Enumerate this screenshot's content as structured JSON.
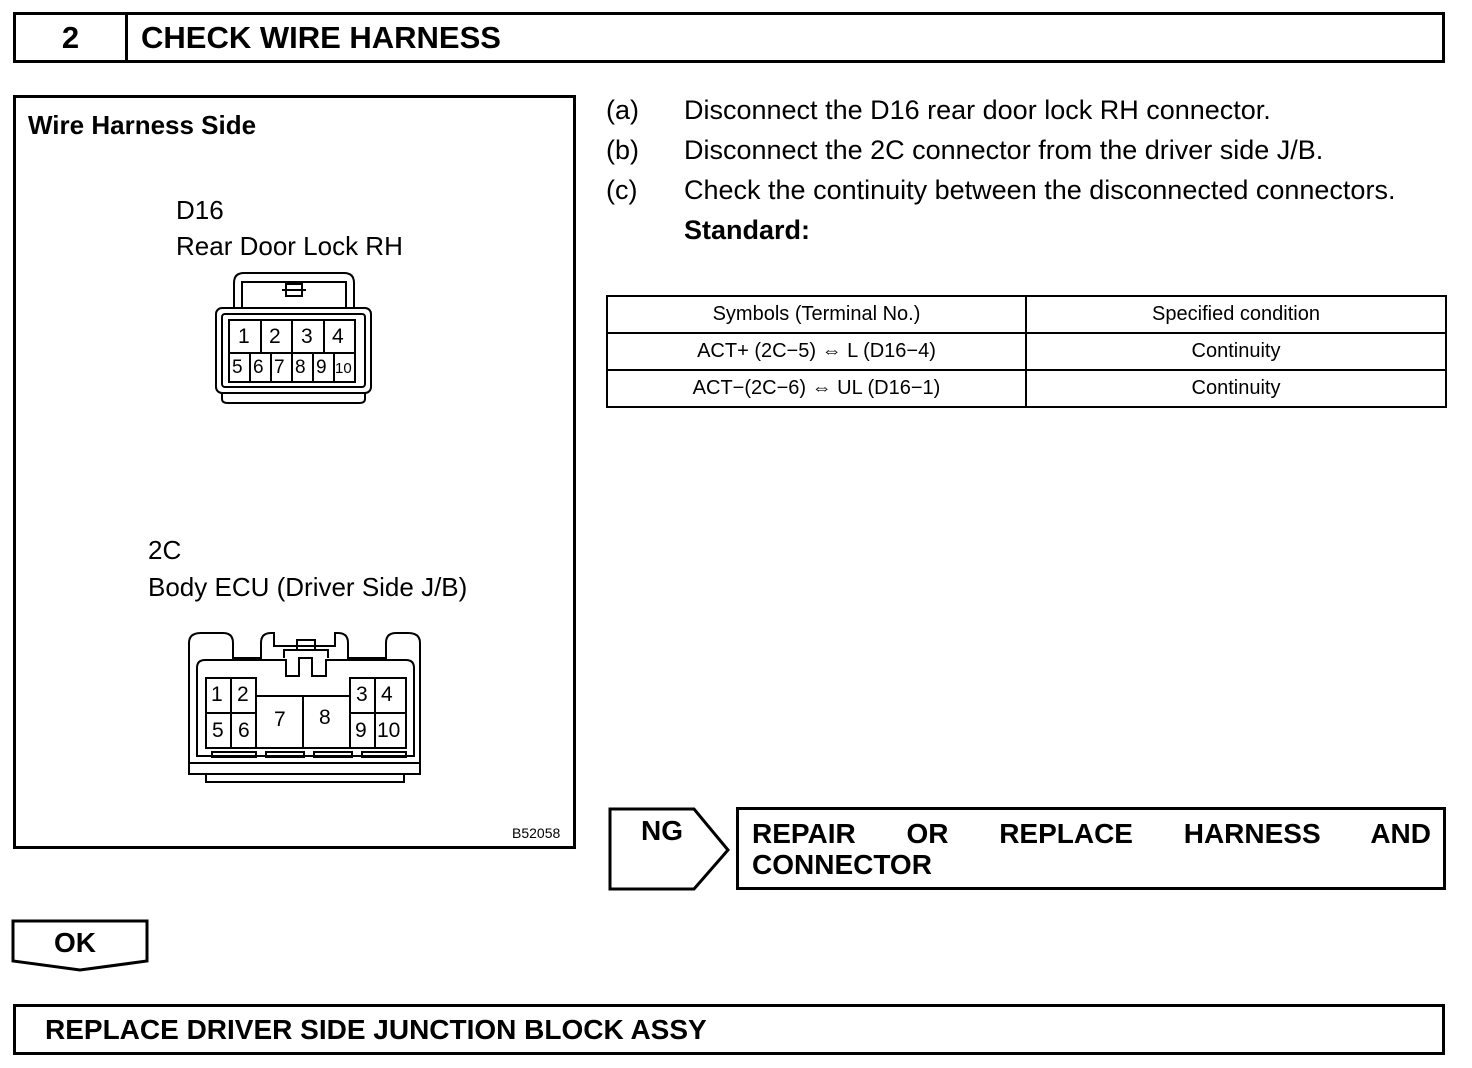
{
  "header": {
    "step_number": "2",
    "title": "CHECK WIRE HARNESS"
  },
  "diagram": {
    "side_label": "Wire Harness Side",
    "connector_d16": {
      "code": "D16",
      "name": "Rear Door Lock RH",
      "pins_top": [
        "1",
        "2",
        "3",
        "4"
      ],
      "pins_bottom": [
        "5",
        "6",
        "7",
        "8",
        "9",
        "10"
      ]
    },
    "connector_2c": {
      "code": "2C",
      "name": "Body ECU (Driver Side J/B)",
      "pins": [
        "1",
        "2",
        "3",
        "4",
        "5",
        "6",
        "7",
        "8",
        "9",
        "10"
      ]
    },
    "figure_id": "B52058"
  },
  "instructions": [
    {
      "letter": "(a)",
      "text": "Disconnect the D16 rear door lock RH connector."
    },
    {
      "letter": "(b)",
      "text": "Disconnect the 2C connector from the driver side J/B."
    },
    {
      "letter": "(c)",
      "text": "Check the continuity between the disconnected connectors."
    }
  ],
  "standard_label": "Standard:",
  "spec_table": {
    "headers": [
      "Symbols (Terminal No.)",
      "Specified  condition"
    ],
    "rows": [
      [
        "ACT+ (2C−5) ⇔ L (D16−4)",
        "Continuity"
      ],
      [
        "ACT−(2C−6) ⇔ UL (D16−1)",
        "Continuity"
      ]
    ]
  },
  "ng": {
    "label": "NG",
    "result": "REPAIR OR REPLACE HARNESS AND CONNECTOR"
  },
  "ok": {
    "label": "OK"
  },
  "final_step": "REPLACE DRIVER SIDE JUNCTION BLOCK ASSY"
}
